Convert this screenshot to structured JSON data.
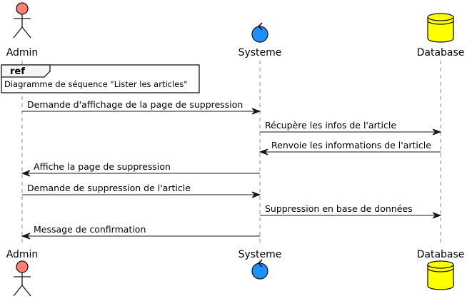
{
  "colors": {
    "actor_fill": "#FA8072",
    "control_fill": "#1E90FF",
    "database_fill": "#FFFF00",
    "line": "#181818",
    "lifeline": "#888888",
    "frame_header": "#F5F5F5"
  },
  "participants": [
    {
      "id": "admin",
      "label": "Admin",
      "kind": "actor",
      "icon": "actor-stick-figure-icon"
    },
    {
      "id": "systeme",
      "label": "Systeme",
      "kind": "control",
      "icon": "control-circle-icon"
    },
    {
      "id": "database",
      "label": "Database",
      "kind": "database",
      "icon": "database-cylinder-icon"
    }
  ],
  "ref": {
    "keyword": "ref",
    "text": "Diagramme de séquence \"Lister les articles\""
  },
  "messages": [
    {
      "from": "admin",
      "to": "systeme",
      "label": "Demande d'affichage de la page de suppression"
    },
    {
      "from": "systeme",
      "to": "database",
      "label": "Récupère les infos de l'article"
    },
    {
      "from": "database",
      "to": "systeme",
      "label": "Renvoie les informations de l'article"
    },
    {
      "from": "systeme",
      "to": "admin",
      "label": "Affiche la page de suppression"
    },
    {
      "from": "admin",
      "to": "systeme",
      "label": "Demande de suppression de l'article"
    },
    {
      "from": "systeme",
      "to": "database",
      "label": "Suppression en base de données"
    },
    {
      "from": "systeme",
      "to": "admin",
      "label": "Message de confirmation"
    }
  ]
}
